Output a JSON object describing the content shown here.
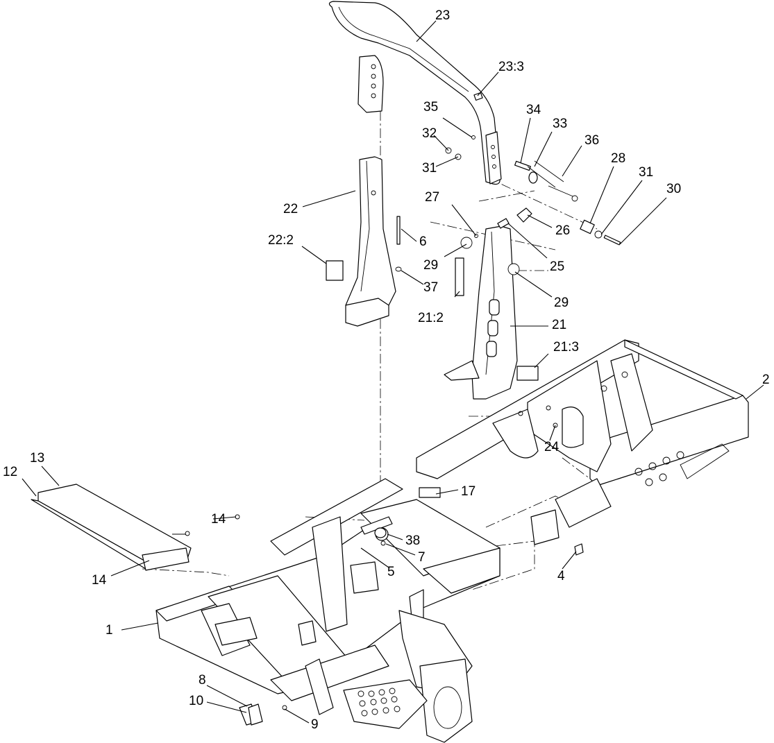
{
  "callouts": {
    "c1": "1",
    "c2": "2",
    "c4": "4",
    "c5": "5",
    "c6": "6",
    "c7": "7",
    "c8": "8",
    "c9": "9",
    "c10": "10",
    "c12": "12",
    "c13": "13",
    "c14a": "14",
    "c14b": "14",
    "c17": "17",
    "c21": "21",
    "c21_2": "21:2",
    "c21_3": "21:3",
    "c22": "22",
    "c22_2": "22:2",
    "c23": "23",
    "c23_3": "23:3",
    "c24": "24",
    "c25": "25",
    "c26": "26",
    "c27": "27",
    "c28": "28",
    "c29a": "29",
    "c29b": "29",
    "c30": "30",
    "c31a": "31",
    "c31b": "31",
    "c32": "32",
    "c33": "33",
    "c34": "34",
    "c35": "35",
    "c36": "36",
    "c37": "37",
    "c38": "38"
  }
}
